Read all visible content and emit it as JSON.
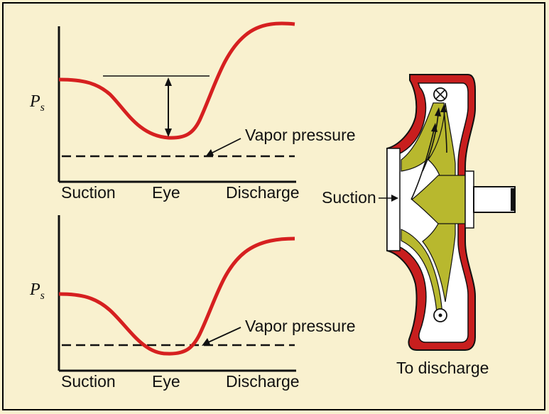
{
  "top_graph": {
    "y_label": "P",
    "y_label_sub": "s",
    "x_labels": [
      "Suction",
      "Eye",
      "Discharge"
    ],
    "annotation": "Vapor pressure"
  },
  "bottom_graph": {
    "y_label": "P",
    "y_label_sub": "s",
    "x_labels": [
      "Suction",
      "Eye",
      "Discharge"
    ],
    "annotation": "Vapor pressure"
  },
  "pump": {
    "suction_label": "Suction",
    "discharge_label": "To discharge"
  },
  "colors": {
    "background": "#f9f1cf",
    "curve": "#d62020",
    "casing": "#c81e1e",
    "impeller": "#b8b82e",
    "ink": "#111111"
  }
}
